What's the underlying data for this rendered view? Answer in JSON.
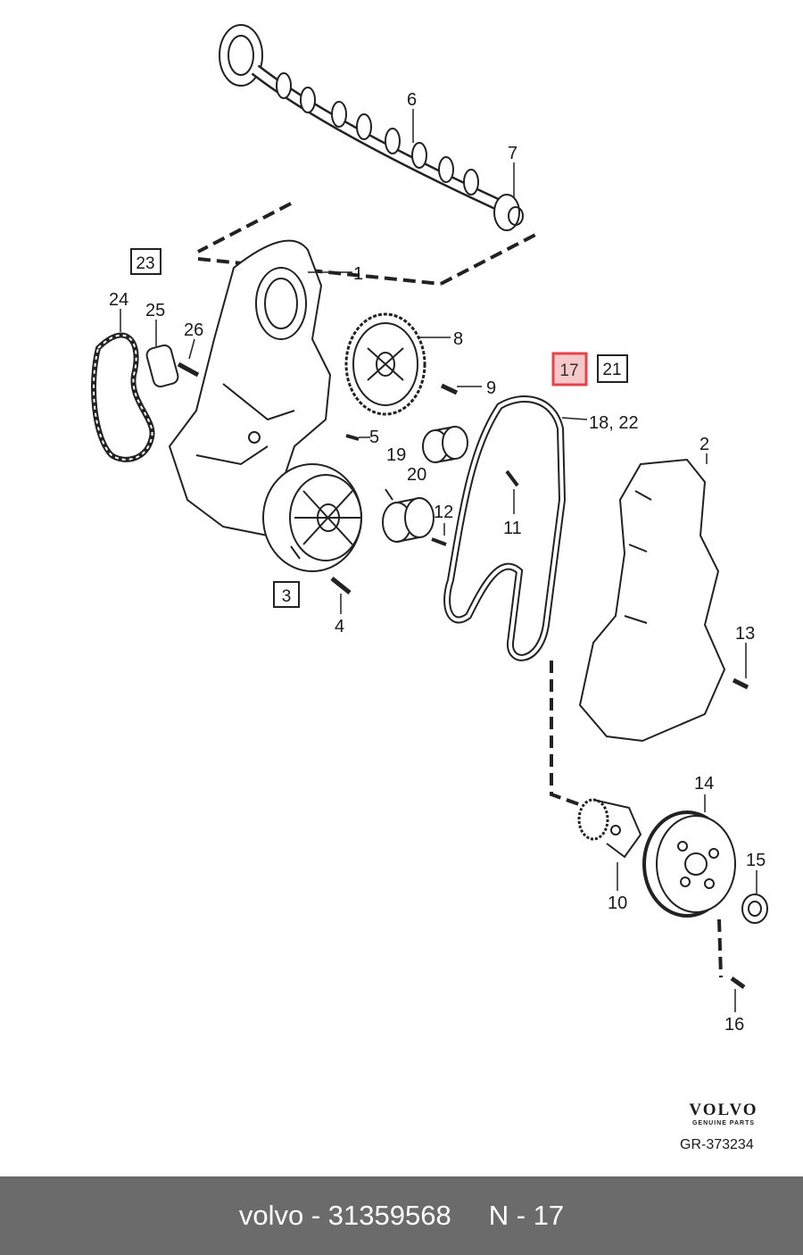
{
  "diagram": {
    "callouts": {
      "c1": "1",
      "c2": "2",
      "c4": "4",
      "c5": "5",
      "c6": "6",
      "c7": "7",
      "c8": "8",
      "c9": "9",
      "c10": "10",
      "c11": "11",
      "c12": "12",
      "c13": "13",
      "c14": "14",
      "c15": "15",
      "c16": "16",
      "c18_22": "18, 22",
      "c19": "19",
      "c20": "20",
      "c24": "24",
      "c25": "25",
      "c26": "26"
    },
    "boxed_labels": {
      "b3": "3",
      "b17": "17",
      "b21": "21",
      "b23": "23"
    },
    "highlight_color": "#e8434a",
    "highlight_fill": "#f7c8ca"
  },
  "brand": {
    "name": "VOLVO",
    "tagline": "GENUINE PARTS",
    "reference": "GR-373234"
  },
  "footer": {
    "make": "volvo - 31359568",
    "position": "N - 17"
  }
}
